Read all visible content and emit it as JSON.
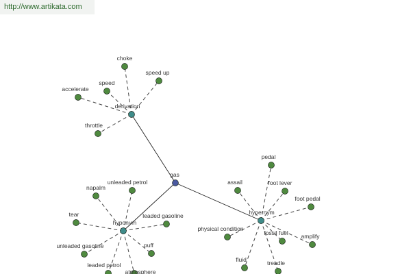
{
  "source_url": "http://www.artikata.com",
  "colors": {
    "root_node": "#4a59a0",
    "hub_node": "#3f8c8a",
    "leaf_node": "#4f8a3f",
    "node_stroke": "#1f2a1f",
    "background": "#ffffff",
    "url_text": "#2e6b2e"
  },
  "root": {
    "label": "gas"
  },
  "hubs": [
    {
      "label": "derivation",
      "leaves": [
        "choke",
        "speed up",
        "speed",
        "accelerate",
        "throttle"
      ]
    },
    {
      "label": "hyponym",
      "leaves": [
        "unleaded petrol",
        "napalm",
        "tear",
        "leaded gasoline",
        "unleaded gasoline",
        "puff",
        "leaded petrol",
        "atmosphere"
      ]
    },
    {
      "label": "hypernym",
      "leaves": [
        "pedal",
        "assail",
        "foot lever",
        "foot pedal",
        "physical condition",
        "fossil fuel",
        "amplify",
        "fluid",
        "treadle"
      ]
    }
  ]
}
